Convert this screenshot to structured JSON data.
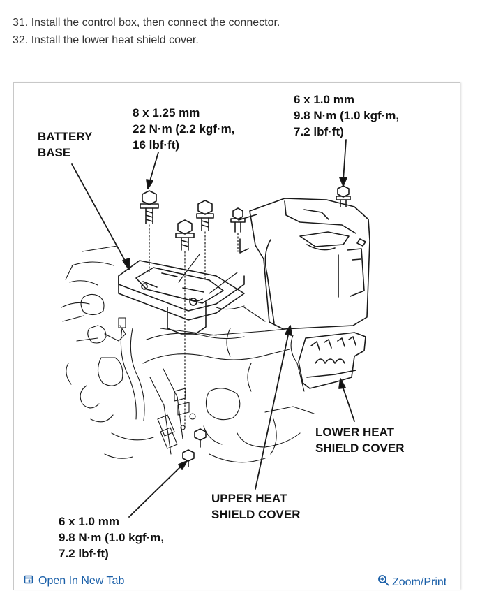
{
  "steps": [
    "31. Install the control box, then connect the connector.",
    "32. Install the lower heat shield cover."
  ],
  "figure": {
    "labels": {
      "battery_base": "BATTERY\nBASE",
      "bolt_top_middle": "8 x 1.25 mm\n22 N·m (2.2 kgf·m,\n16 lbf·ft)",
      "bolt_top_right": "6 x 1.0 mm\n9.8 N·m (1.0 kgf·m,\n7.2 lbf·ft)",
      "lower_heat_shield": "LOWER HEAT\nSHIELD COVER",
      "upper_heat_shield": "UPPER HEAT\nSHIELD COVER",
      "bolt_bottom_left": "6 x 1.0 mm\n9.8 N·m (1.0 kgf·m,\n7.2 lbf·ft)"
    }
  },
  "footer": {
    "open_new_tab": "Open In New Tab",
    "zoom_print": "Zoom/Print",
    "link_color": "#1a5fa8"
  }
}
